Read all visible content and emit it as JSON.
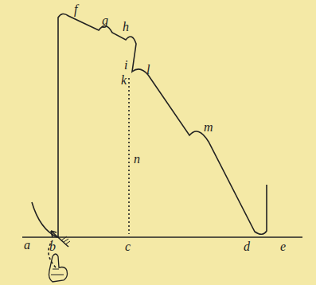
{
  "diagram": {
    "labels": [
      "a",
      "b",
      "c",
      "d",
      "e",
      "f",
      "g",
      "h",
      "i",
      "k",
      "l",
      "m",
      "n"
    ]
  }
}
